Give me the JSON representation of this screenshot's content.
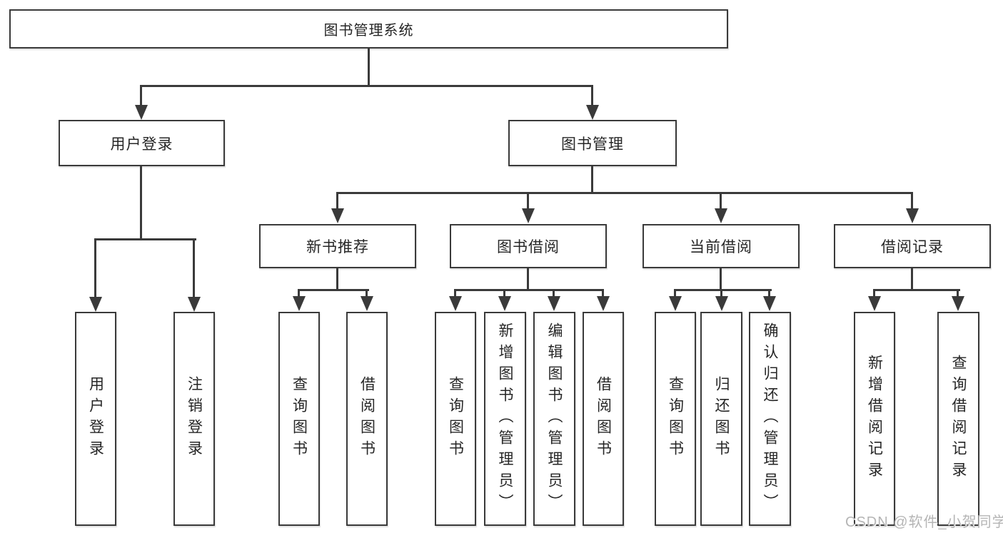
{
  "title": "图书管理系统",
  "level2": {
    "user_login": "用户登录",
    "book_management": "图书管理"
  },
  "level3": {
    "new_book_recommend": "新书推荐",
    "book_borrow": "图书借阅",
    "current_borrow": "当前借阅",
    "borrow_records": "借阅记录"
  },
  "leaves": {
    "user_login": "用户登录",
    "logout": "注销登录",
    "recommend_query_books": "查询图书",
    "recommend_borrow_books": "借阅图书",
    "borrow_query_books": "查询图书",
    "borrow_add_books": "新增图书（管理员）",
    "borrow_edit_books": "编辑图书（管理员）",
    "borrow_borrow_books": "借阅图书",
    "current_query_books": "查询图书",
    "current_return_books": "归还图书",
    "current_confirm_return": "确认归还（管理员）",
    "records_add_record": "新增借阅记录",
    "records_query_record": "查询借阅记录"
  },
  "watermark": "CSDN @软件_小贺同学",
  "colors": {
    "line": "#3a3a3a",
    "text": "#262626",
    "background": "#ffffff",
    "watermark": "#b5b5b5"
  }
}
